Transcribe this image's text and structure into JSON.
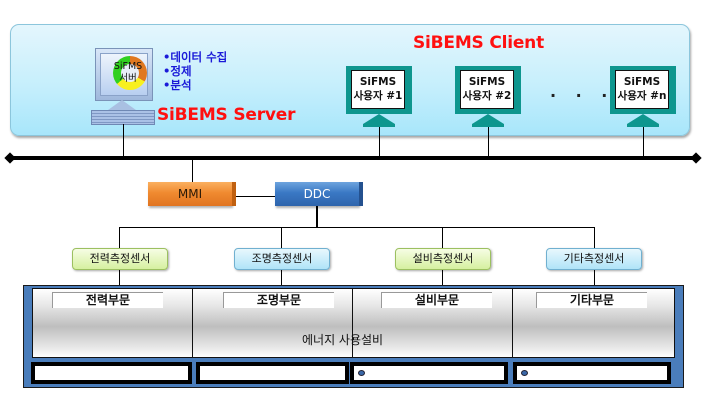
{
  "client_section": {
    "title": "SiBEMS Client",
    "clients": [
      {
        "line1": "SiFMS",
        "line2": "사용자 #1"
      },
      {
        "line1": "SiFMS",
        "line2": "사용자 #2"
      },
      {
        "line1": "SiFMS",
        "line2": "사용자 #n"
      }
    ],
    "ellipsis": "· · ·"
  },
  "server_section": {
    "title": "SiBEMS Server",
    "monitor_line1": "SiFMS",
    "monitor_line2": "서버",
    "functions": [
      "데이터 수집",
      "정제",
      "분석"
    ]
  },
  "controllers": {
    "mmi": "MMI",
    "ddc": "DDC"
  },
  "sensors": [
    {
      "label": "전력측정센서",
      "color": "green"
    },
    {
      "label": "조명측정센서",
      "color": "blue"
    },
    {
      "label": "설비측정센서",
      "color": "green"
    },
    {
      "label": "기타측정센서",
      "color": "blue"
    }
  ],
  "equipment": {
    "caption": "에너지 사용설비",
    "departments": [
      "전력부문",
      "조명부문",
      "설비부문",
      "기타부문"
    ]
  },
  "colors": {
    "title_red": "#ff1010",
    "function_blue": "#1a1ad8",
    "client_teal": "#0e968e",
    "mmi_orange": "#f08a30",
    "ddc_blue": "#3a78c4",
    "equipment_frame": "#4a7dbb"
  }
}
